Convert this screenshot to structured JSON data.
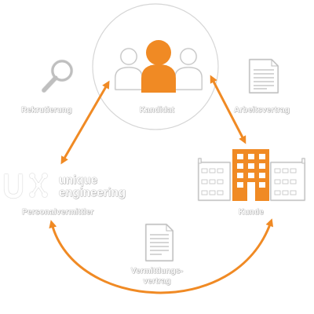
{
  "labels": {
    "rekrutierung": "Rekrutierung",
    "kandidat": "Kandidat",
    "arbeitsvertrag": "Arbeitsvertrag",
    "personalvermittler": "Personalvermittler",
    "kunde": "Kunde",
    "vermittlungsvertrag_line1": "Vermittlungs-",
    "vermittlungsvertrag_line2": "vertrag"
  },
  "logo": {
    "line1": "unique",
    "line2": "engineering"
  },
  "colors": {
    "accent": "#f08a24",
    "outline": "#c9c9c9",
    "white": "#ffffff"
  },
  "icons": [
    "magnifier-icon",
    "people-icon",
    "document-icon",
    "building-icon",
    "logo-mark-icon"
  ]
}
